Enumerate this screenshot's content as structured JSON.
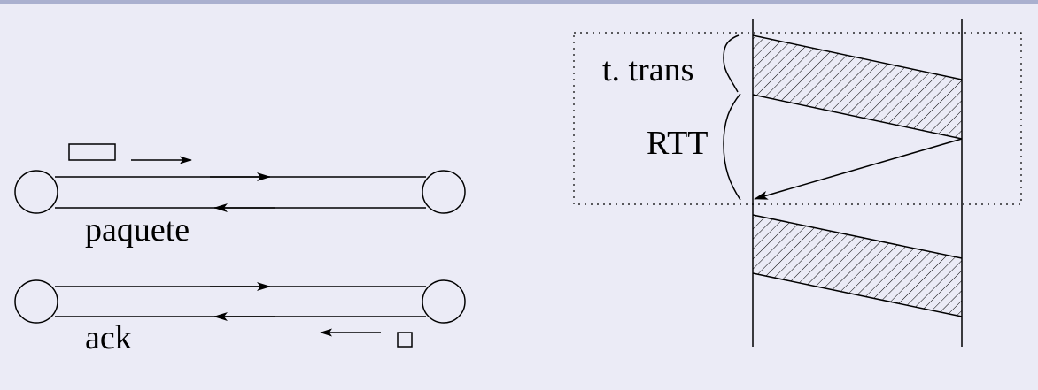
{
  "left_diagram": {
    "packet_label": "paquete",
    "ack_label": "ack"
  },
  "timing_diagram": {
    "transmission_label": "t. trans",
    "rtt_label": "RTT"
  },
  "colors": {
    "background": "#ebebf6",
    "top_bar": "#aab0cf",
    "ink": "#000000"
  }
}
